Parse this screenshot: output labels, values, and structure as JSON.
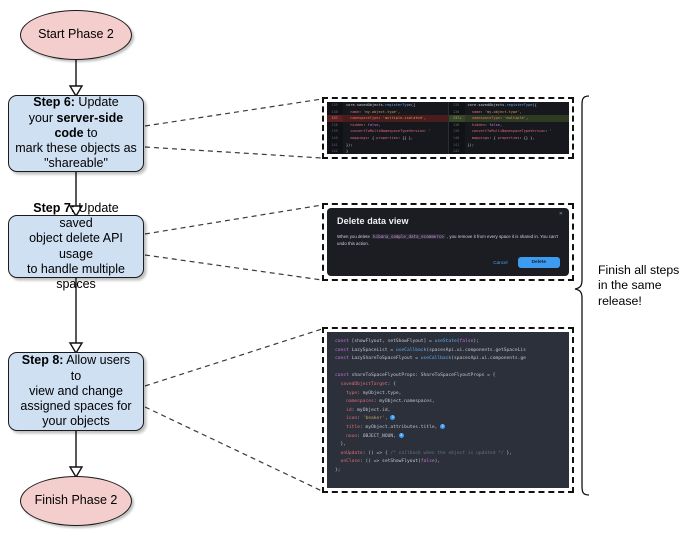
{
  "flow": {
    "start": {
      "label": "Start Phase 2"
    },
    "finish": {
      "label": "Finish Phase 2"
    },
    "steps": [
      {
        "id": "step-6",
        "bold_prefix": "Step 6:",
        "line1_rest": " Update",
        "line2_a": "your ",
        "line2_bold": "server-side code",
        "line2_b": " to",
        "line3": "mark these objects as",
        "line4": "\"shareable\""
      },
      {
        "id": "step-7",
        "bold_prefix": "Step 7:",
        "line1_rest": " Update saved",
        "line2": "object delete API usage",
        "line3": "to handle multiple spaces"
      },
      {
        "id": "step-8",
        "bold_prefix": "Step 8:",
        "line1_rest": " Allow users to",
        "line2": "view and change",
        "line3": "assigned spaces for",
        "line4": "your objects"
      }
    ]
  },
  "note": {
    "line1": "Finish all steps",
    "line2": "in the same",
    "line3": "release!"
  },
  "callouts": {
    "diff": {
      "left_lines": [
        {
          "num": "135",
          "code": "core.savedObjects.registerType({",
          "type": "ctx"
        },
        {
          "num": "136",
          "code": "  name: 'my-object-type',",
          "type": "ctx"
        },
        {
          "num": "137",
          "code": "  namespaceType: 'multiple-isolated',",
          "type": "del"
        },
        {
          "num": "138",
          "code": "  hidden: false,",
          "type": "ctx"
        },
        {
          "num": "139",
          "code": "  convertToMultiNamespaceTypeVersion: '",
          "type": "ctx"
        },
        {
          "num": "140",
          "code": "  mappings: { properties: {} },",
          "type": "ctx"
        },
        {
          "num": "141",
          "code": "});",
          "type": "ctx"
        },
        {
          "num": "142",
          "code": "}",
          "type": "ctx"
        }
      ],
      "right_lines": [
        {
          "num": "135",
          "code": "core.savedObjects.registerType({",
          "type": "ctx"
        },
        {
          "num": "136",
          "code": "  name: 'my-object-type',",
          "type": "ctx"
        },
        {
          "num": "137",
          "code": "  namespaceType: 'multiple',",
          "type": "add"
        },
        {
          "num": "138",
          "code": "  hidden: false,",
          "type": "ctx"
        },
        {
          "num": "139",
          "code": "  convertToMultiNamespaceTypeVersion: '",
          "type": "ctx"
        },
        {
          "num": "140",
          "code": "  mappings: { properties: {} },",
          "type": "ctx"
        },
        {
          "num": "141",
          "code": "});",
          "type": "ctx"
        },
        {
          "num": "142",
          "code": "",
          "type": "ctx"
        }
      ]
    },
    "dialog": {
      "title": "Delete data view",
      "close_icon": "close-icon",
      "body_before": "When you delete ",
      "body_code": "kibana_sample_data_ecommerce",
      "body_after": " , you remove it from every space it is shared in. You can't undo this action.",
      "cancel_label": "Cancel",
      "delete_label": "Delete"
    },
    "flyout_code": [
      "const [showFlyout, setShowFlyout] = useState(false);",
      "const LazySpaceList = useCallback(spacesApi.ui.components.getSpaceLis",
      "const LazyShareToSpaceFlyout = useCallback(spacesApi.ui.components.ge",
      "",
      "const shareToSpaceFlyoutProps: ShareToSpaceFlyoutProps = {",
      "  savedObjectTarget: {",
      "    type: myObject.type,",
      "    namespaces: myObject.namespaces,",
      "    id: myObject.id,",
      "    icon: 'beaker',",
      "    title: myObject.attributes.title,",
      "    noun: OBJECT_NOUN,",
      "  },",
      "  onUpdate: () => { /* callback when the object is updated */ },",
      "  onClose: () => setShowFlyout(false),",
      "};"
    ]
  },
  "colors": {
    "terminator_fill": "#f4cecc",
    "process_fill": "#cfe0f3",
    "stroke": "#1b1b1b",
    "accent_blue": "#3d9bf0",
    "diff_add": "#2f3a22",
    "diff_del": "#4a1d1d"
  }
}
